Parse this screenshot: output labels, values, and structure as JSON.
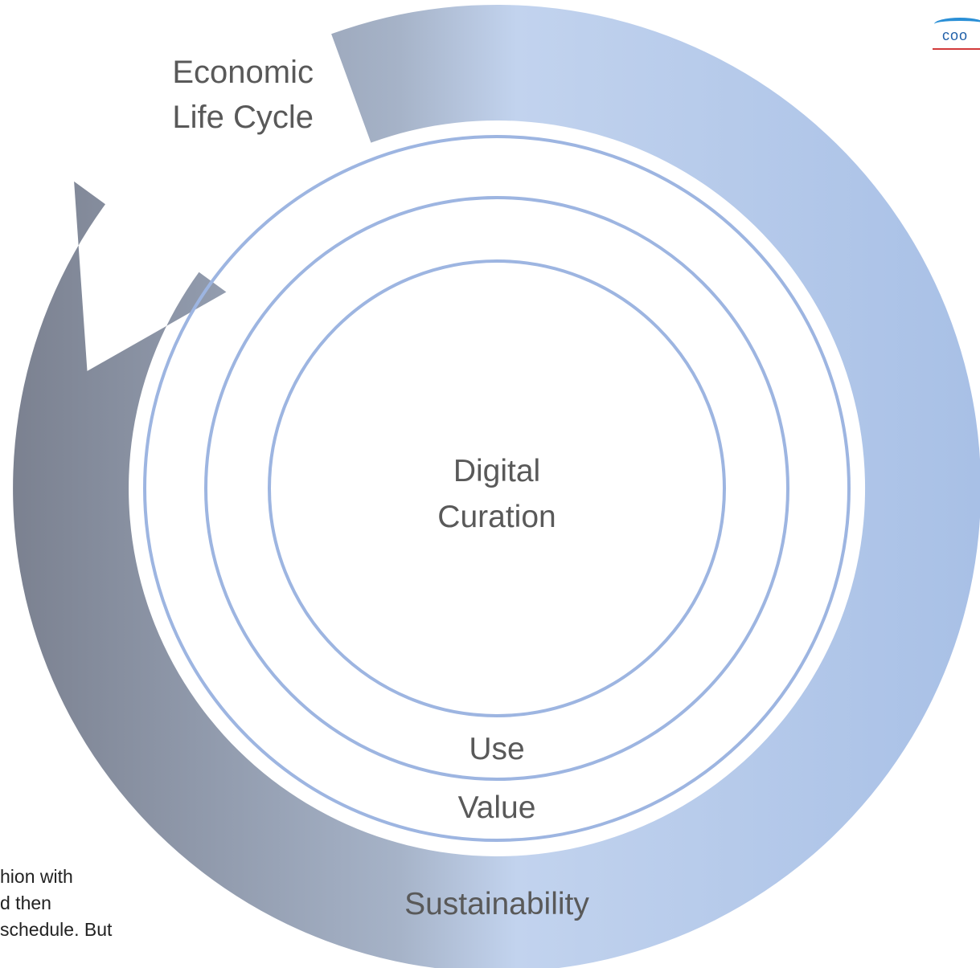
{
  "outer_cycle": {
    "title_line1": "Economic",
    "title_line2": "Life Cycle",
    "bottom_label": "Sustainability",
    "gradient_colors": [
      "#7b8190",
      "#a6b3c8",
      "#c2d3ee",
      "#a8c0e6"
    ]
  },
  "inner_rings": {
    "center_line1": "Digital",
    "center_line2": "Curation",
    "ring_1_label": "Use",
    "ring_2_label": "Value",
    "ring_color": "#9db5e1"
  },
  "background_text": {
    "line1": "hion with",
    "line2": "d then",
    "line3": "schedule. But"
  },
  "logo": {
    "text": "coo",
    "accent_color": "#2a8fd6",
    "underline_color": "#d23a3a"
  }
}
